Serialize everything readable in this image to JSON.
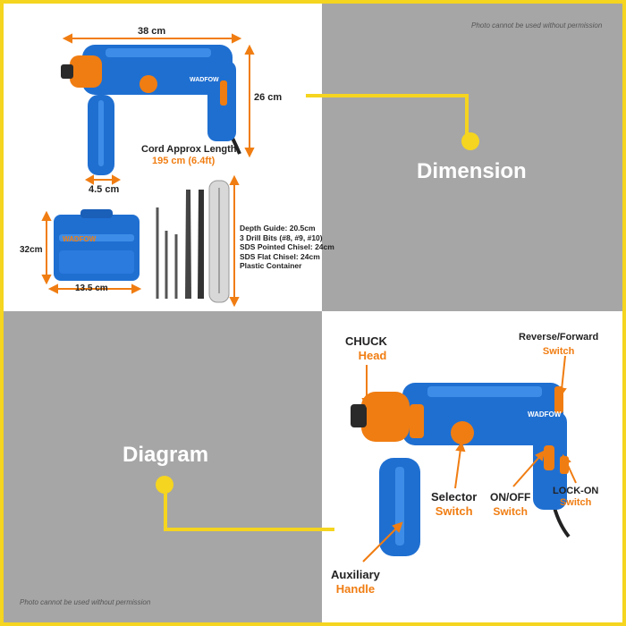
{
  "notice": "Photo cannot be used without permission",
  "panels": {
    "dimension_title": "Dimension",
    "diagram_title": "Diagram"
  },
  "dimensions": {
    "length": "38 cm",
    "height": "26 cm",
    "handle_width": "4.5 cm",
    "cord_label": "Cord Approx Length",
    "cord_value": "195 cm (6.4ft)",
    "case_height": "32cm",
    "case_width": "13.5 cm"
  },
  "brand": "WADFOW",
  "accessories": [
    "Depth Guide: 20.5cm",
    "3 Drill Bits (#8, #9, #10)",
    "SDS Pointed Chisel: 24cm",
    "SDS Flat Chisel: 24cm",
    "Plastic Container"
  ],
  "parts": {
    "chuck": {
      "line1": "CHUCK",
      "line2": "Head"
    },
    "reverse": {
      "line1": "Reverse/Forward",
      "line2": "Switch"
    },
    "selector": {
      "line1": "Selector",
      "line2": "Switch"
    },
    "onoff": {
      "line1": "ON/OFF",
      "line2": "Switch"
    },
    "lockon": {
      "line1": "LOCK-ON",
      "line2": "Switch"
    },
    "auxiliary": {
      "line1": "Auxiliary",
      "line2": "Handle"
    }
  },
  "colors": {
    "frame": "#f5d51f",
    "accent": "#f07d12",
    "tool_blue": "#1f6fd1",
    "panel_grey": "#a6a6a6"
  }
}
